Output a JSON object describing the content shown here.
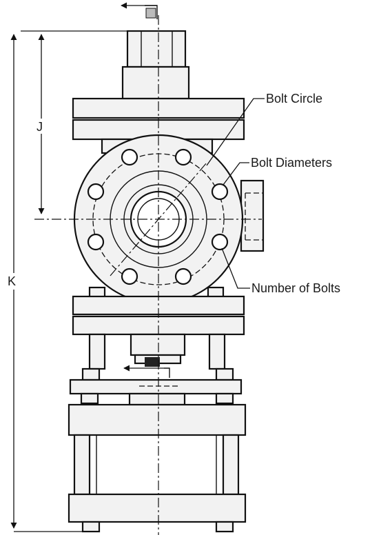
{
  "labels": {
    "bolt_circle": "Bolt Circle",
    "bolt_diameters": "Bolt Diameters",
    "number_of_bolts": "Number of Bolts",
    "dim_j": "J",
    "dim_k": "K"
  },
  "colors": {
    "line": "#111111",
    "fill": "#f2f2f2",
    "background": "#ffffff"
  }
}
